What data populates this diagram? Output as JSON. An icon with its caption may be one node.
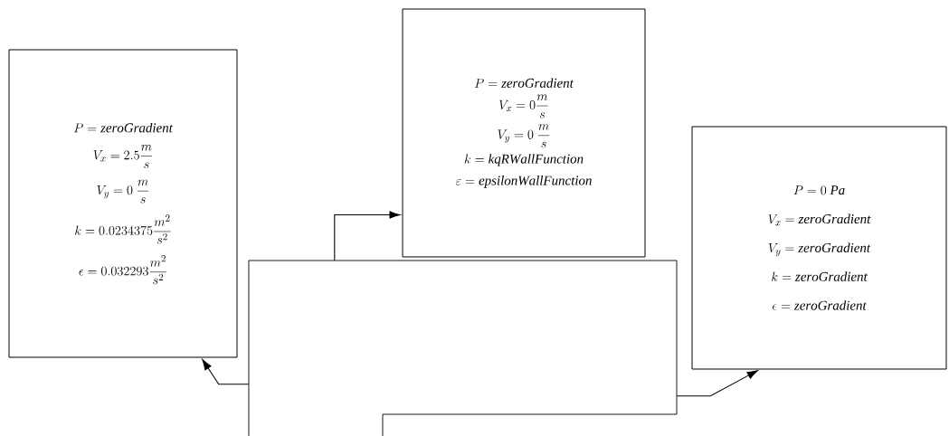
{
  "diagram": {
    "nodes": [
      {
        "text": [
          "P = \\mathit{zeroGradient}",
          "V_x = 2.5\\dfrac{m}{s}",
          "V_y = 0\\ \\dfrac{m}{s}",
          "k = 0.0234375\\dfrac{m^2}{s^2}",
          "\\epsilon = 0.032293\\dfrac{m^2}{s^2}"
        ]
      },
      {
        "text": [
          "P = \\mathit{zeroGradient}",
          "V_x = 0\\dfrac{m}{s}",
          "V_y = 0\\ \\dfrac{m}{s}",
          "k = \\mathit{kqRWallFunction}",
          "\\varepsilon = \\mathit{epsilonWallFunction}"
        ]
      },
      {
        "text": [
          "P = 0\\ \\mathit{Pa}",
          "V_x = \\mathit{zeroGradient}",
          "V_y = \\mathit{zeroGradient}",
          "k = \\mathit{zeroGradient}",
          "\\epsilon = \\mathit{zeroGradient}"
        ]
      },
      {
        "text": [],
        "shape": "box"
      }
    ],
    "edges": [
      {
        "from": 3,
        "to": 0,
        "arrow": "to"
      },
      {
        "from": 3,
        "to": 1,
        "arrow": "to"
      },
      {
        "from": 3,
        "to": 2,
        "arrow": "to"
      }
    ]
  }
}
